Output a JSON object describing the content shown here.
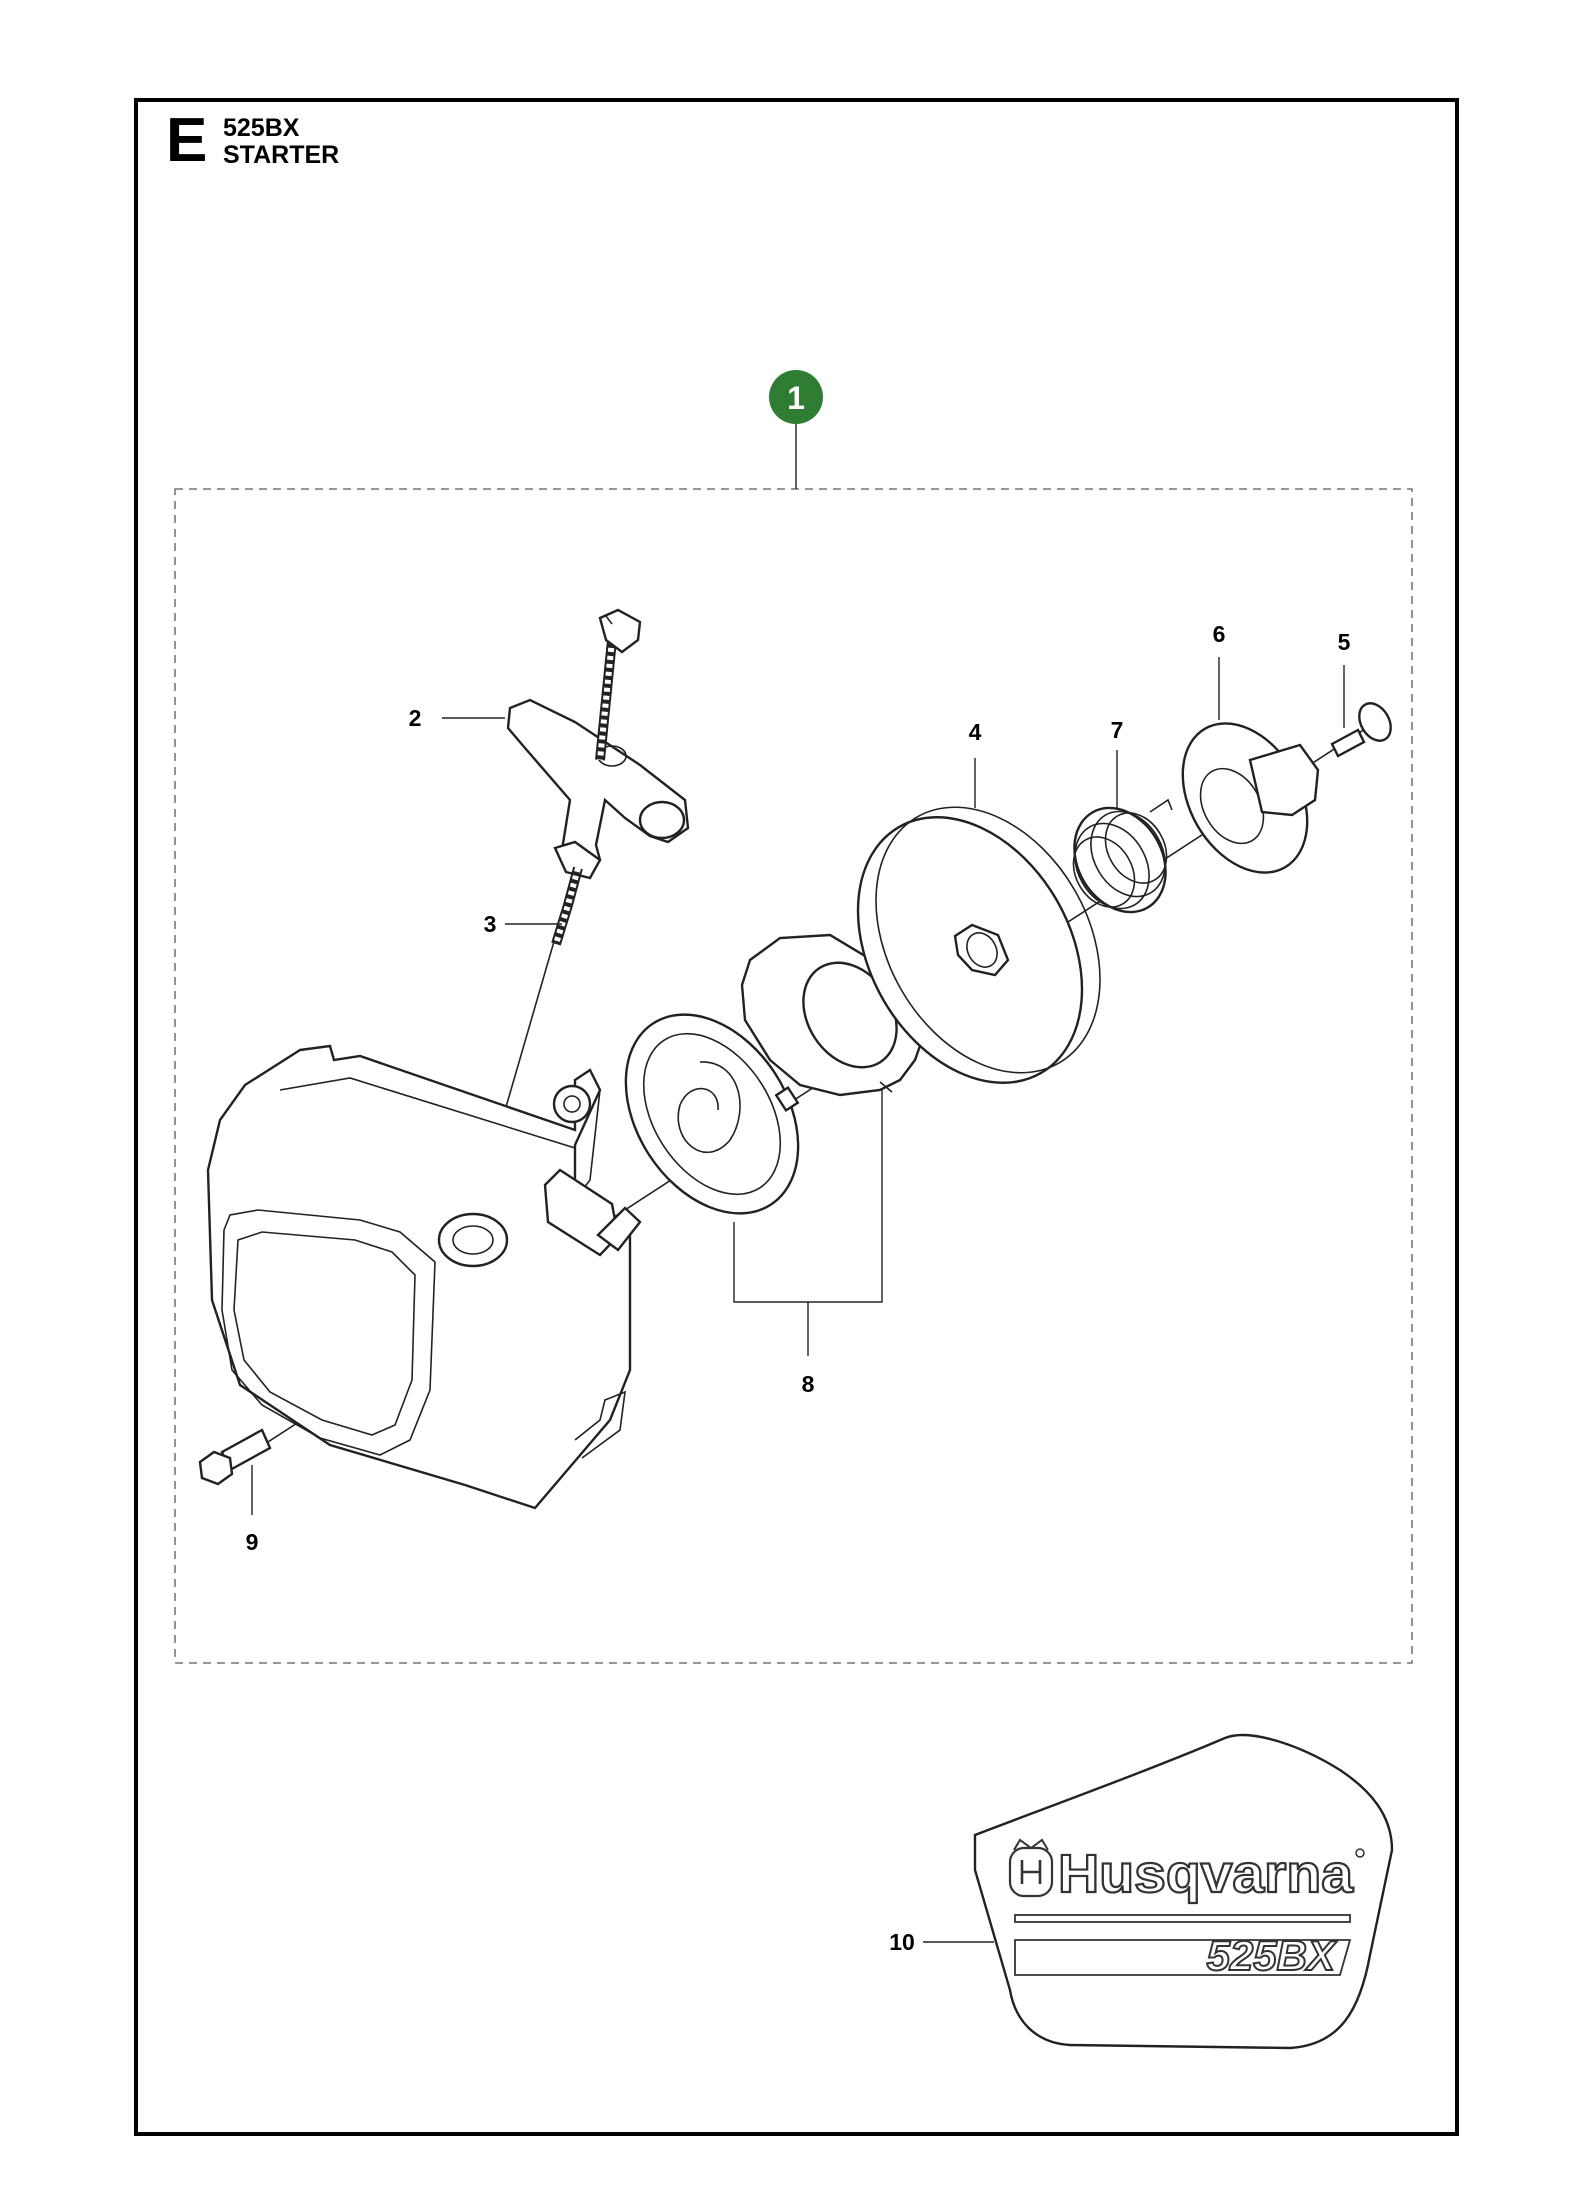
{
  "header": {
    "section_letter": "E",
    "model": "525BX",
    "title": "STARTER"
  },
  "group_marker": {
    "number": "1",
    "color": "#2e7d32"
  },
  "callouts": [
    {
      "id": "2",
      "label": "2"
    },
    {
      "id": "3",
      "label": "3"
    },
    {
      "id": "4",
      "label": "4"
    },
    {
      "id": "5",
      "label": "5"
    },
    {
      "id": "6",
      "label": "6"
    },
    {
      "id": "7",
      "label": "7"
    },
    {
      "id": "8",
      "label": "8"
    },
    {
      "id": "9",
      "label": "9"
    },
    {
      "id": "10",
      "label": "10"
    }
  ],
  "decal": {
    "brand": "Husqvarna",
    "model": "525BX",
    "brand_icon": "husqvarna-crown-icon"
  }
}
